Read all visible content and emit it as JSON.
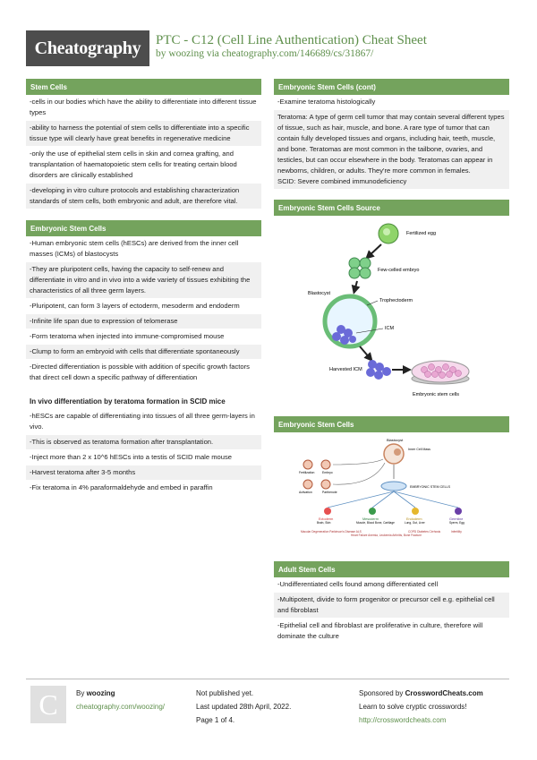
{
  "header": {
    "logo": "Cheatography",
    "title": "PTC - C12 (Cell Line Authentication) Cheat Sheet",
    "by": "by",
    "author": "woozing",
    "via": "via",
    "url": "cheatography.com/146689/cs/31867/"
  },
  "stem_cells": {
    "title": "Stem Cells",
    "items": [
      "-cells in our bodies which have the ability to differentiate into different tissue types",
      "-ability to harness the potential of stem cells to differentiate into a specific tissue type will clearly have great benefits in regenerative medicine",
      "-only the use of epithelial stem cells in skin and cornea grafting, and transplantation of haematopoietic stem cells for treating certain blood disorders are clinically established",
      "-developing in vitro culture protocols and establishing character­ization standards of stem cells, both embryonic and adult, are therefore vital."
    ]
  },
  "esc": {
    "title": "Embryonic Stem Cells",
    "items": [
      "-Human embryonic stem cells (hESCs) are derived from the inner cell masses (ICMs) of blastocysts",
      "-They are pluripotent cells, having the capacity to self-renew and differentiate in vitro and in vivo into a wide variety of tissues exhibiting the characteristics of all three germ layers.",
      "-Pluripotent, can form 3 layers of ectoderm, mesoderm and endoderm",
      "-Infinite life span due to expression of telomerase",
      "-Form teratoma when injected into immune-compromised mouse",
      "-Clump to form an embryoid with cells that differentiate sponta­neously",
      "-Directed differentiation is possible with addition of specific growth factors that direct cell down a specific pathway of differentiation"
    ],
    "sub_title": "In vivo differentiation by teratoma formation in SCID mice",
    "sub_items": [
      "-hESCs are capable of differentiating into tissues of all three germ-l­ayers in vivo.",
      "-This is observed as teratoma formation after transplantation.",
      "-Inject more than 2 x 10^6 hESCs into a testis of SCID male mouse",
      "-Harvest teratoma after 3-5 months",
      "-Fix teratoma in 4% paraformaldehyde and embed in paraffin"
    ]
  },
  "esc_cont": {
    "title": "Embryonic Stem Cells (cont)",
    "item": "-Examine teratoma histologically",
    "teratoma_term": "Teratoma",
    "teratoma_text": ": A type of germ cell tumor that may contain several different types of tissue, such as hair, muscle, and bone. A rare type of tumor that can contain fully developed tissues and organs, including hair, teeth, muscle, and bone. Teratomas are most common in the tailbone, ovaries, and testicles, but can occur elsewhere in the body. Teratomas can appear in newborns, children, or adults. They're more common in females.",
    "scid_term": "SCID",
    "scid_text": ": Severe combined immunodeficiency"
  },
  "esc_source": {
    "title": "Embryonic Stem Cells Source",
    "labels": {
      "egg": "Fertilized egg",
      "few": "Few-celled embryo",
      "blastocyst": "Blastocyst",
      "troph": "Trophectoderm",
      "icm": "ICM",
      "harvested": "Harvested ICM",
      "esc": "Embryonic stem cells"
    },
    "colors": {
      "egg": "#8fd46a",
      "cell": "#7fd08a",
      "icm": "#6a6ad8",
      "dish": "#e9a7d2"
    }
  },
  "esc_diagram": {
    "title": "Embryonic Stem Cells",
    "labels": {
      "blastocyst": "Blastocyst",
      "inner": "Inner Cell Mass",
      "fert": "Fertilization",
      "embryo": "Embryo",
      "activ": "Activation",
      "parth": "Parthenote",
      "esc": "EMBRYONIC STEM CELLS",
      "ecto": "Ectoderm",
      "ecto_sub": "Brain, Skin",
      "meso": "Mesoderm",
      "meso_sub": "Muscle, Blood Bone, Cartilage",
      "endo": "Endoderm",
      "endo_sub": "Lung, Gut, Liver",
      "germ": "Germline",
      "germ_sub": "Sperm, Egg",
      "d1": "Macular Degeneration Parkinson's Disease ALS",
      "d2": "Heart Failure Anemia, Leukemia Arthritis, Bone Fracture",
      "d3": "COPD Diabetes Cirrhosis",
      "d4": "Infertility"
    }
  },
  "adult": {
    "title": "Adult Stem Cells",
    "items": [
      "-Undifferentiated cells found among differentiated cell",
      "-Multipotent, divide to form progenitor or precursor cell e.g. epithelial cell and fibroblast",
      "-Epithelial cell and fibroblast are proliferative in culture, therefore will dominate the culture"
    ]
  },
  "footer": {
    "logo_letter": "C",
    "by": "By",
    "author": "woozing",
    "author_url": "cheatography.com/woozing/",
    "published": "Not published yet.",
    "updated": "Last updated 28th April, 2022.",
    "page": "Page 1 of 4.",
    "sponsor_pre": "Sponsored by",
    "sponsor": "CrosswordCheats.com",
    "sponsor_tag": "Learn to solve cryptic crosswords!",
    "sponsor_url": "http://crosswordcheats.com"
  }
}
